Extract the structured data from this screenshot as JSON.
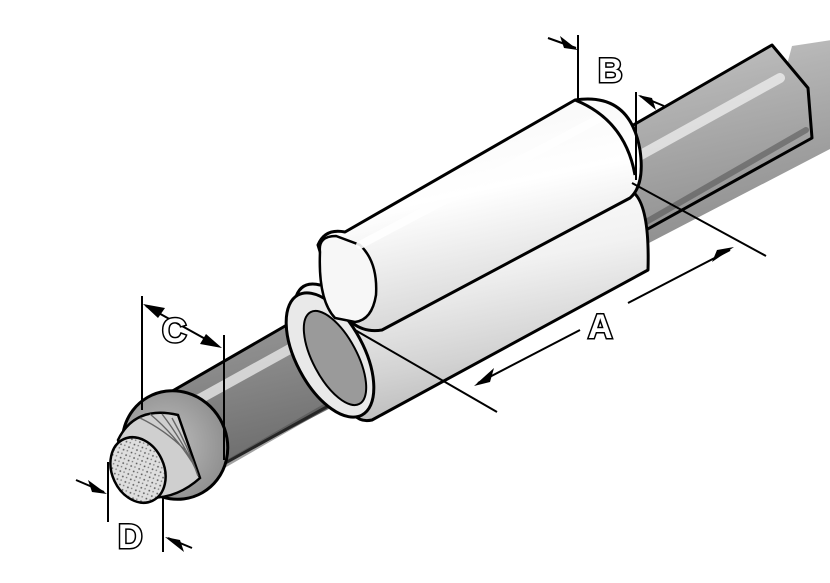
{
  "diagram": {
    "dimension_labels": {
      "a": "A",
      "b": "B",
      "c": "C",
      "d": "D"
    },
    "colors": {
      "outline": "#000000",
      "cable_light": "#e2e2e2",
      "cable_mid": "#a9a9a9",
      "cable_dark": "#6c6c6c",
      "marker_light": "#ffffff",
      "marker_shade": "#cfcfcf",
      "conductor": "#dadada"
    }
  }
}
